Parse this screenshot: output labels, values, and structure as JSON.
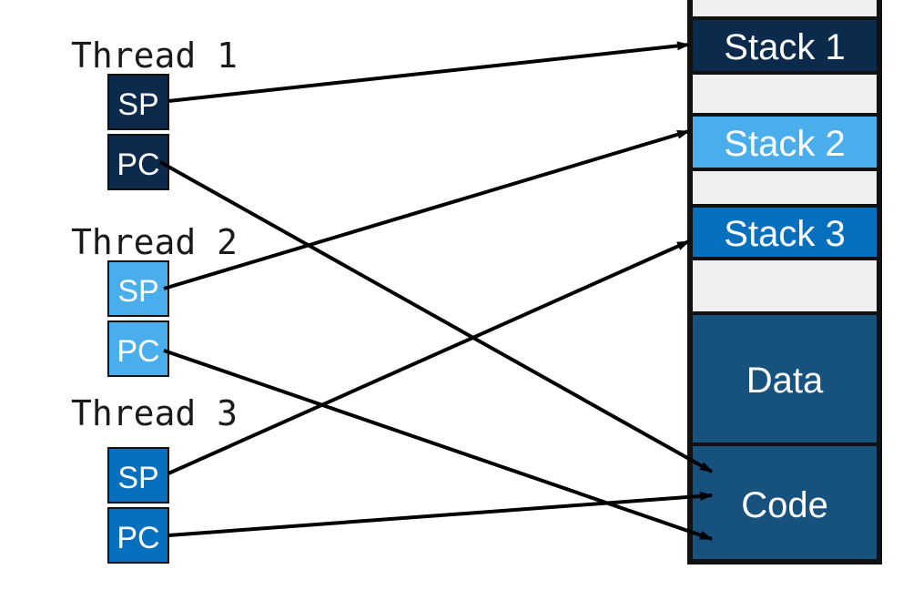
{
  "threads": [
    {
      "label": "Thread 1",
      "sp": "SP",
      "pc": "PC"
    },
    {
      "label": "Thread 2",
      "sp": "SP",
      "pc": "PC"
    },
    {
      "label": "Thread 3",
      "sp": "SP",
      "pc": "PC"
    }
  ],
  "memory": {
    "stack1": "Stack 1",
    "stack2": "Stack 2",
    "stack3": "Stack 3",
    "data": "Data",
    "code": "Code"
  },
  "colors": {
    "thread1": "#0b2a4c",
    "thread2": "#4aaeec",
    "thread3": "#0670bf",
    "segment": "#17527f",
    "gap": "#f0f0f0",
    "outline": "#111111",
    "arrow": "#000000"
  }
}
